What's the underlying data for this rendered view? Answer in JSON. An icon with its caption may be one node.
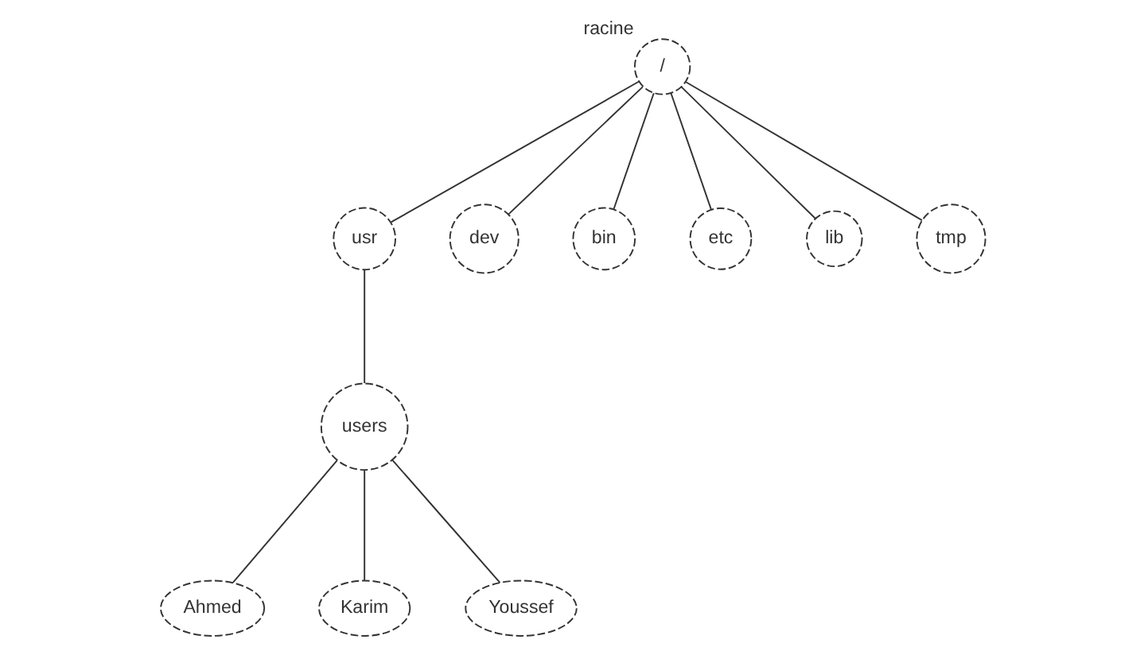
{
  "diagram": {
    "nodes": [
      {
        "text": [
          "/"
        ],
        "beside": [
          "racine"
        ]
      },
      {
        "text": [
          "usr"
        ]
      },
      {
        "text": [
          "dev"
        ]
      },
      {
        "text": [
          "bin"
        ]
      },
      {
        "text": [
          "etc"
        ]
      },
      {
        "text": [
          "lib"
        ]
      },
      {
        "text": [
          "tmp"
        ]
      },
      {
        "text": [
          "users"
        ]
      },
      {
        "text": [
          "Ahmed"
        ]
      },
      {
        "text": [
          "Karim"
        ]
      },
      {
        "text": [
          "Youssef"
        ]
      }
    ],
    "edges": [
      {
        "from": 0,
        "to": 1,
        "arrow": "none"
      },
      {
        "from": 0,
        "to": 2,
        "arrow": "none"
      },
      {
        "from": 0,
        "to": 3,
        "arrow": "none"
      },
      {
        "from": 0,
        "to": 4,
        "arrow": "none"
      },
      {
        "from": 0,
        "to": 5,
        "arrow": "none"
      },
      {
        "from": 0,
        "to": 6,
        "arrow": "none"
      },
      {
        "from": 1,
        "to": 7,
        "arrow": "none"
      },
      {
        "from": 7,
        "to": 8,
        "arrow": "none"
      },
      {
        "from": 7,
        "to": 9,
        "arrow": "none"
      },
      {
        "from": 7,
        "to": 10,
        "arrow": "none"
      }
    ]
  }
}
